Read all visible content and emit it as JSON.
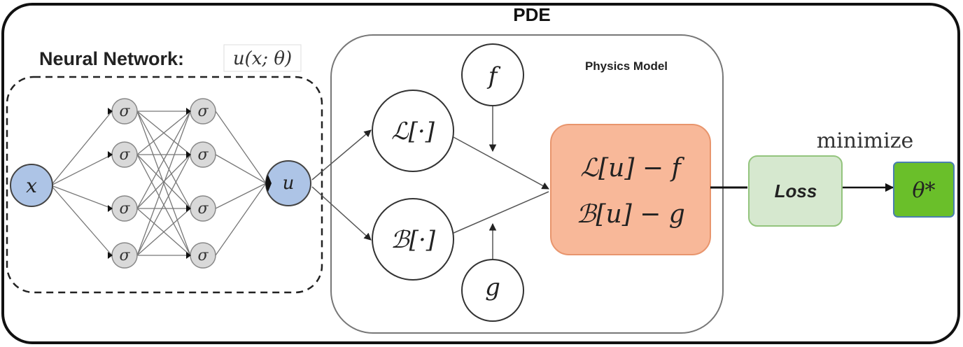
{
  "frame": {
    "title": "PDE"
  },
  "neural_network": {
    "title": "Neural Network:",
    "formula": "u(x; θ)",
    "input_label": "x",
    "output_label": "u",
    "activation_symbol": "σ",
    "hidden_layers": 2,
    "neurons_per_layer": 4
  },
  "physics_model": {
    "title": "Physics Model",
    "operator_l": "ℒ[·]",
    "operator_b": "ℬ[·]",
    "source_f": "f",
    "source_g": "g",
    "residual_1": "ℒ[u] − f",
    "residual_2": "ℬ[u] − g"
  },
  "loss": {
    "label": "Loss",
    "minimize_label": "minimize",
    "result": "θ*"
  },
  "colors": {
    "input_node": "#adc4e6",
    "hidden_node": "#d9d9d9",
    "residual_box": "#f8b899",
    "residual_border": "#e8956d",
    "loss_box": "#d6e8cf",
    "loss_border": "#93c47d",
    "theta_box": "#6abf2a"
  }
}
